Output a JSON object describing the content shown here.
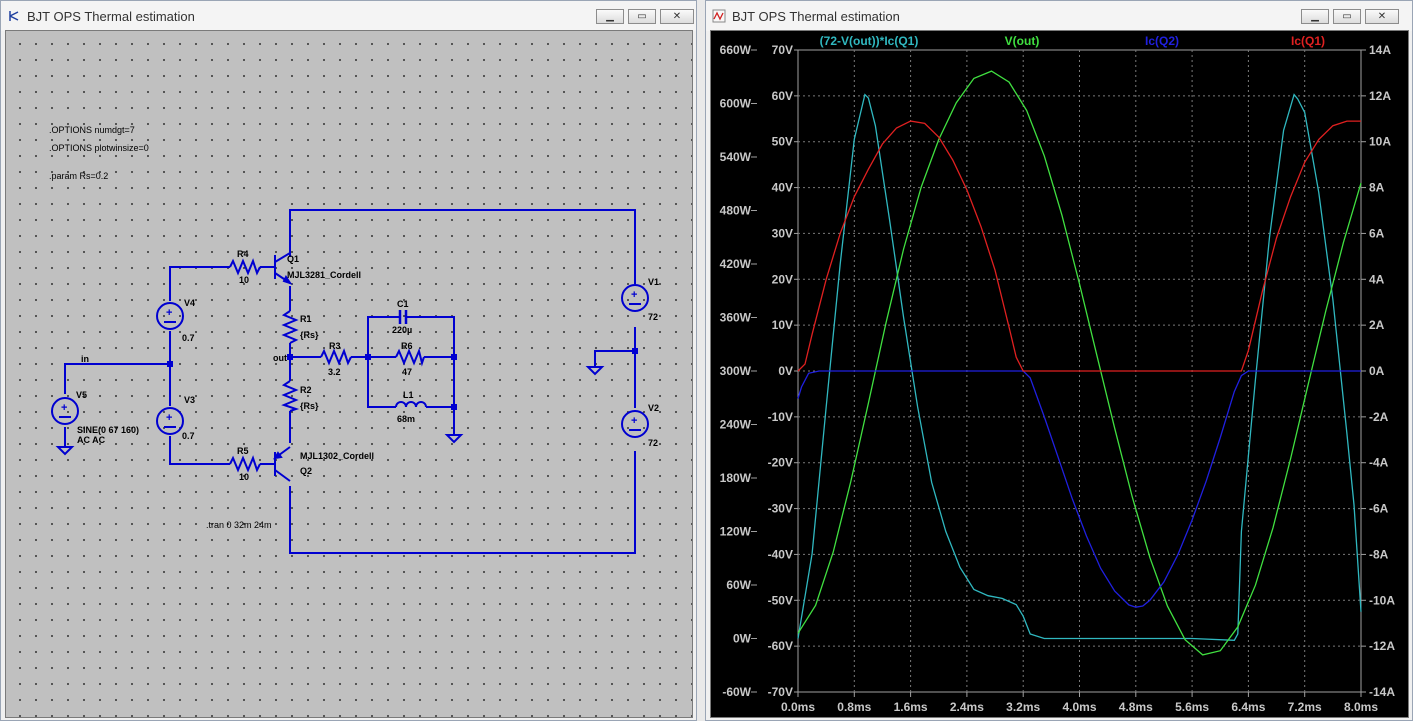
{
  "schematic_window": {
    "title": "BJT OPS Thermal estimation",
    "directives": [
      ".OPTIONS numdgt=7",
      ".OPTIONS plotwinsize=0",
      ".param Rs=0.2"
    ],
    "tran": ".tran 0 32m 24m",
    "net_in": "in",
    "net_out": "out",
    "components": {
      "R4": {
        "name": "R4",
        "value": "10"
      },
      "R5": {
        "name": "R5",
        "value": "10"
      },
      "R1": {
        "name": "R1",
        "value": "{Rs}"
      },
      "R2": {
        "name": "R2",
        "value": "{Rs}"
      },
      "R3": {
        "name": "R3",
        "value": "3.2"
      },
      "R6": {
        "name": "R6",
        "value": "47"
      },
      "C1": {
        "name": "C1",
        "value": "220µ"
      },
      "L1": {
        "name": "L1",
        "value": "68m"
      },
      "Q1": {
        "name": "Q1",
        "model": "MJL3281_Cordell"
      },
      "Q2": {
        "name": "Q2",
        "model": "MJL1302_Cordell"
      },
      "V1": {
        "name": "V1",
        "value": "72"
      },
      "V2": {
        "name": "V2",
        "value": "72"
      },
      "V3": {
        "name": "V3",
        "value": "0.7"
      },
      "V4": {
        "name": "V4",
        "value": "0.7"
      },
      "V5": {
        "name": "V5",
        "value1": "SINE(0 67 160)",
        "value2": "AC AC"
      }
    }
  },
  "waveform_window": {
    "title": "BJT OPS Thermal estimation",
    "chart_data": {
      "type": "line",
      "background": "#000000",
      "grid": true,
      "xlabel": "",
      "xlim": [
        0,
        8.0
      ],
      "x_ticks": [
        "0.0ms",
        "0.8ms",
        "1.6ms",
        "2.4ms",
        "3.2ms",
        "4.0ms",
        "4.8ms",
        "5.6ms",
        "6.4ms",
        "7.2ms",
        "8.0ms"
      ],
      "left_axis_power_ticks": [
        "660W",
        "600W",
        "540W",
        "480W",
        "420W",
        "360W",
        "300W",
        "240W",
        "180W",
        "120W",
        "60W",
        "0W",
        "-60W"
      ],
      "left_axis_voltage_ticks": [
        "70V",
        "60V",
        "50V",
        "40V",
        "30V",
        "20V",
        "10V",
        "0V",
        "-10V",
        "-20V",
        "-30V",
        "-40V",
        "-50V",
        "-60V",
        "-70V"
      ],
      "right_axis_current_ticks": [
        "14A",
        "12A",
        "10A",
        "8A",
        "6A",
        "4A",
        "2A",
        "0A",
        "-2A",
        "-4A",
        "-6A",
        "-8A",
        "-10A",
        "-12A",
        "-14A"
      ],
      "ylim_power": [
        -60,
        660
      ],
      "ylim_voltage": [
        -70,
        70
      ],
      "ylim_current": [
        -14,
        14
      ],
      "series": [
        {
          "name": "(72-V(out))*Ic(Q1)",
          "axis": "power",
          "color": "#30b8c0",
          "x": [
            0,
            0.2,
            0.4,
            0.6,
            0.8,
            0.95,
            1.0,
            1.1,
            1.3,
            1.5,
            1.7,
            1.9,
            2.1,
            2.3,
            2.5,
            2.7,
            2.9,
            3.1,
            3.2,
            3.3,
            3.5,
            4.0,
            4.8,
            5.6,
            6.2,
            6.25,
            6.3,
            6.5,
            6.7,
            6.9,
            7.05,
            7.1,
            7.2,
            7.4,
            7.6,
            7.8,
            7.9,
            8.0
          ],
          "y": [
            0,
            95,
            260,
            420,
            560,
            610,
            606,
            575,
            470,
            360,
            260,
            175,
            120,
            80,
            55,
            48,
            45,
            38,
            25,
            5,
            0,
            0,
            0,
            0,
            -2,
            5,
            120,
            290,
            450,
            570,
            610,
            605,
            590,
            500,
            380,
            230,
            150,
            30
          ]
        },
        {
          "name": "V(out)",
          "axis": "voltage",
          "color": "#40e040",
          "x": [
            0,
            0.25,
            0.5,
            0.75,
            1.0,
            1.25,
            1.5,
            1.75,
            2.0,
            2.25,
            2.5,
            2.75,
            3.0,
            3.25,
            3.5,
            3.75,
            4.0,
            4.25,
            4.5,
            4.75,
            5.0,
            5.25,
            5.5,
            5.75,
            6.0,
            6.25,
            6.5,
            6.75,
            7.0,
            7.25,
            7.5,
            7.75,
            8.0
          ],
          "y": [
            -57.2,
            -51.1,
            -39.5,
            -24.1,
            -7.0,
            10.5,
            26.6,
            40.1,
            50.5,
            58.5,
            63.8,
            65.4,
            63.0,
            56.8,
            46.9,
            34.0,
            19.0,
            3.2,
            -12.5,
            -27.5,
            -40.7,
            -51.3,
            -58.6,
            -61.9,
            -61.0,
            -55.8,
            -46.7,
            -34.2,
            -19.1,
            -2.9,
            13.1,
            28.0,
            41.0
          ]
        },
        {
          "name": "Ic(Q2)",
          "axis": "current",
          "color": "#2020e0",
          "x": [
            0,
            0.05,
            0.15,
            0.3,
            3.2,
            3.3,
            3.5,
            3.7,
            3.9,
            4.1,
            4.3,
            4.5,
            4.7,
            4.8,
            4.9,
            5.0,
            5.2,
            5.4,
            5.6,
            5.8,
            6.0,
            6.2,
            6.3,
            6.4,
            8.0
          ],
          "y": [
            -1.2,
            -0.7,
            -0.1,
            0,
            0,
            -0.3,
            -2.0,
            -3.8,
            -5.6,
            -7.2,
            -8.6,
            -9.6,
            -10.2,
            -10.3,
            -10.25,
            -10.0,
            -9.2,
            -8.0,
            -6.5,
            -4.8,
            -2.9,
            -0.9,
            -0.2,
            0,
            0
          ]
        },
        {
          "name": "Ic(Q1)",
          "axis": "current",
          "color": "#e02020",
          "x": [
            0,
            0.1,
            0.2,
            0.4,
            0.6,
            0.8,
            1.0,
            1.2,
            1.4,
            1.6,
            1.8,
            2.0,
            2.2,
            2.4,
            2.6,
            2.8,
            3.0,
            3.1,
            3.2,
            6.3,
            6.4,
            6.6,
            6.8,
            7.0,
            7.2,
            7.4,
            7.6,
            7.8,
            8.0
          ],
          "y": [
            0,
            0.3,
            1.6,
            4.0,
            6.0,
            7.6,
            8.8,
            9.9,
            10.6,
            10.9,
            10.8,
            10.2,
            9.2,
            7.9,
            6.3,
            4.4,
            1.9,
            0.6,
            0,
            0,
            0.9,
            3.5,
            5.8,
            7.6,
            9.1,
            10.1,
            10.7,
            10.9,
            10.9
          ]
        }
      ]
    }
  }
}
